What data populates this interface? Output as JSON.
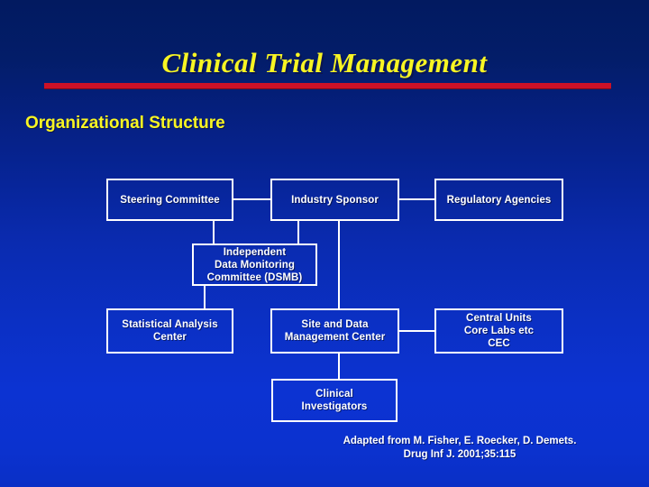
{
  "slide": {
    "title": "Clinical Trial Management",
    "subtitle": "Organizational Structure",
    "accent_rule_color": "#cc1127",
    "title_color": "#f8f523",
    "background_top_color": "#021a60",
    "background_bottom_color": "#0a2fc6",
    "node_border_color": "#ffffff",
    "node_text_color": "#ffffff"
  },
  "org_chart": {
    "nodes": [
      {
        "id": "steering-committee",
        "label": "Steering Committee"
      },
      {
        "id": "industry-sponsor",
        "label": "Industry Sponsor"
      },
      {
        "id": "regulatory-agencies",
        "label": "Regulatory Agencies"
      },
      {
        "id": "dsmb",
        "label": "Independent\nData Monitoring\nCommittee (DSMB)",
        "lines": [
          "Independent",
          "Data Monitoring",
          "Committee (DSMB)"
        ]
      },
      {
        "id": "statistical-analysis-center",
        "label": "Statistical Analysis\nCenter",
        "lines": [
          "Statistical Analysis",
          "Center"
        ]
      },
      {
        "id": "site-data-management-center",
        "label": "Site and Data\nManagement Center",
        "lines": [
          "Site and Data",
          "Management Center"
        ]
      },
      {
        "id": "central-units",
        "label": "Central Units\nCore Labs etc\nCEC",
        "lines": [
          "Central Units",
          "Core Labs etc",
          "CEC"
        ]
      },
      {
        "id": "clinical-investigators",
        "label": "Clinical\nInvestigators",
        "lines": [
          "Clinical",
          "Investigators"
        ]
      }
    ],
    "connections": [
      {
        "from": "steering-committee",
        "to": "industry-sponsor"
      },
      {
        "from": "industry-sponsor",
        "to": "regulatory-agencies"
      },
      {
        "from": "steering-committee",
        "to": "dsmb"
      },
      {
        "from": "industry-sponsor",
        "to": "dsmb"
      },
      {
        "from": "dsmb",
        "to": "statistical-analysis-center"
      },
      {
        "from": "industry-sponsor",
        "to": "site-data-management-center"
      },
      {
        "from": "site-data-management-center",
        "to": "central-units"
      },
      {
        "from": "site-data-management-center",
        "to": "clinical-investigators"
      }
    ]
  },
  "credit": {
    "line1": "Adapted from  M. Fisher, E. Roecker, D. Demets.",
    "line2": "Drug Inf J. 2001;35:115"
  }
}
